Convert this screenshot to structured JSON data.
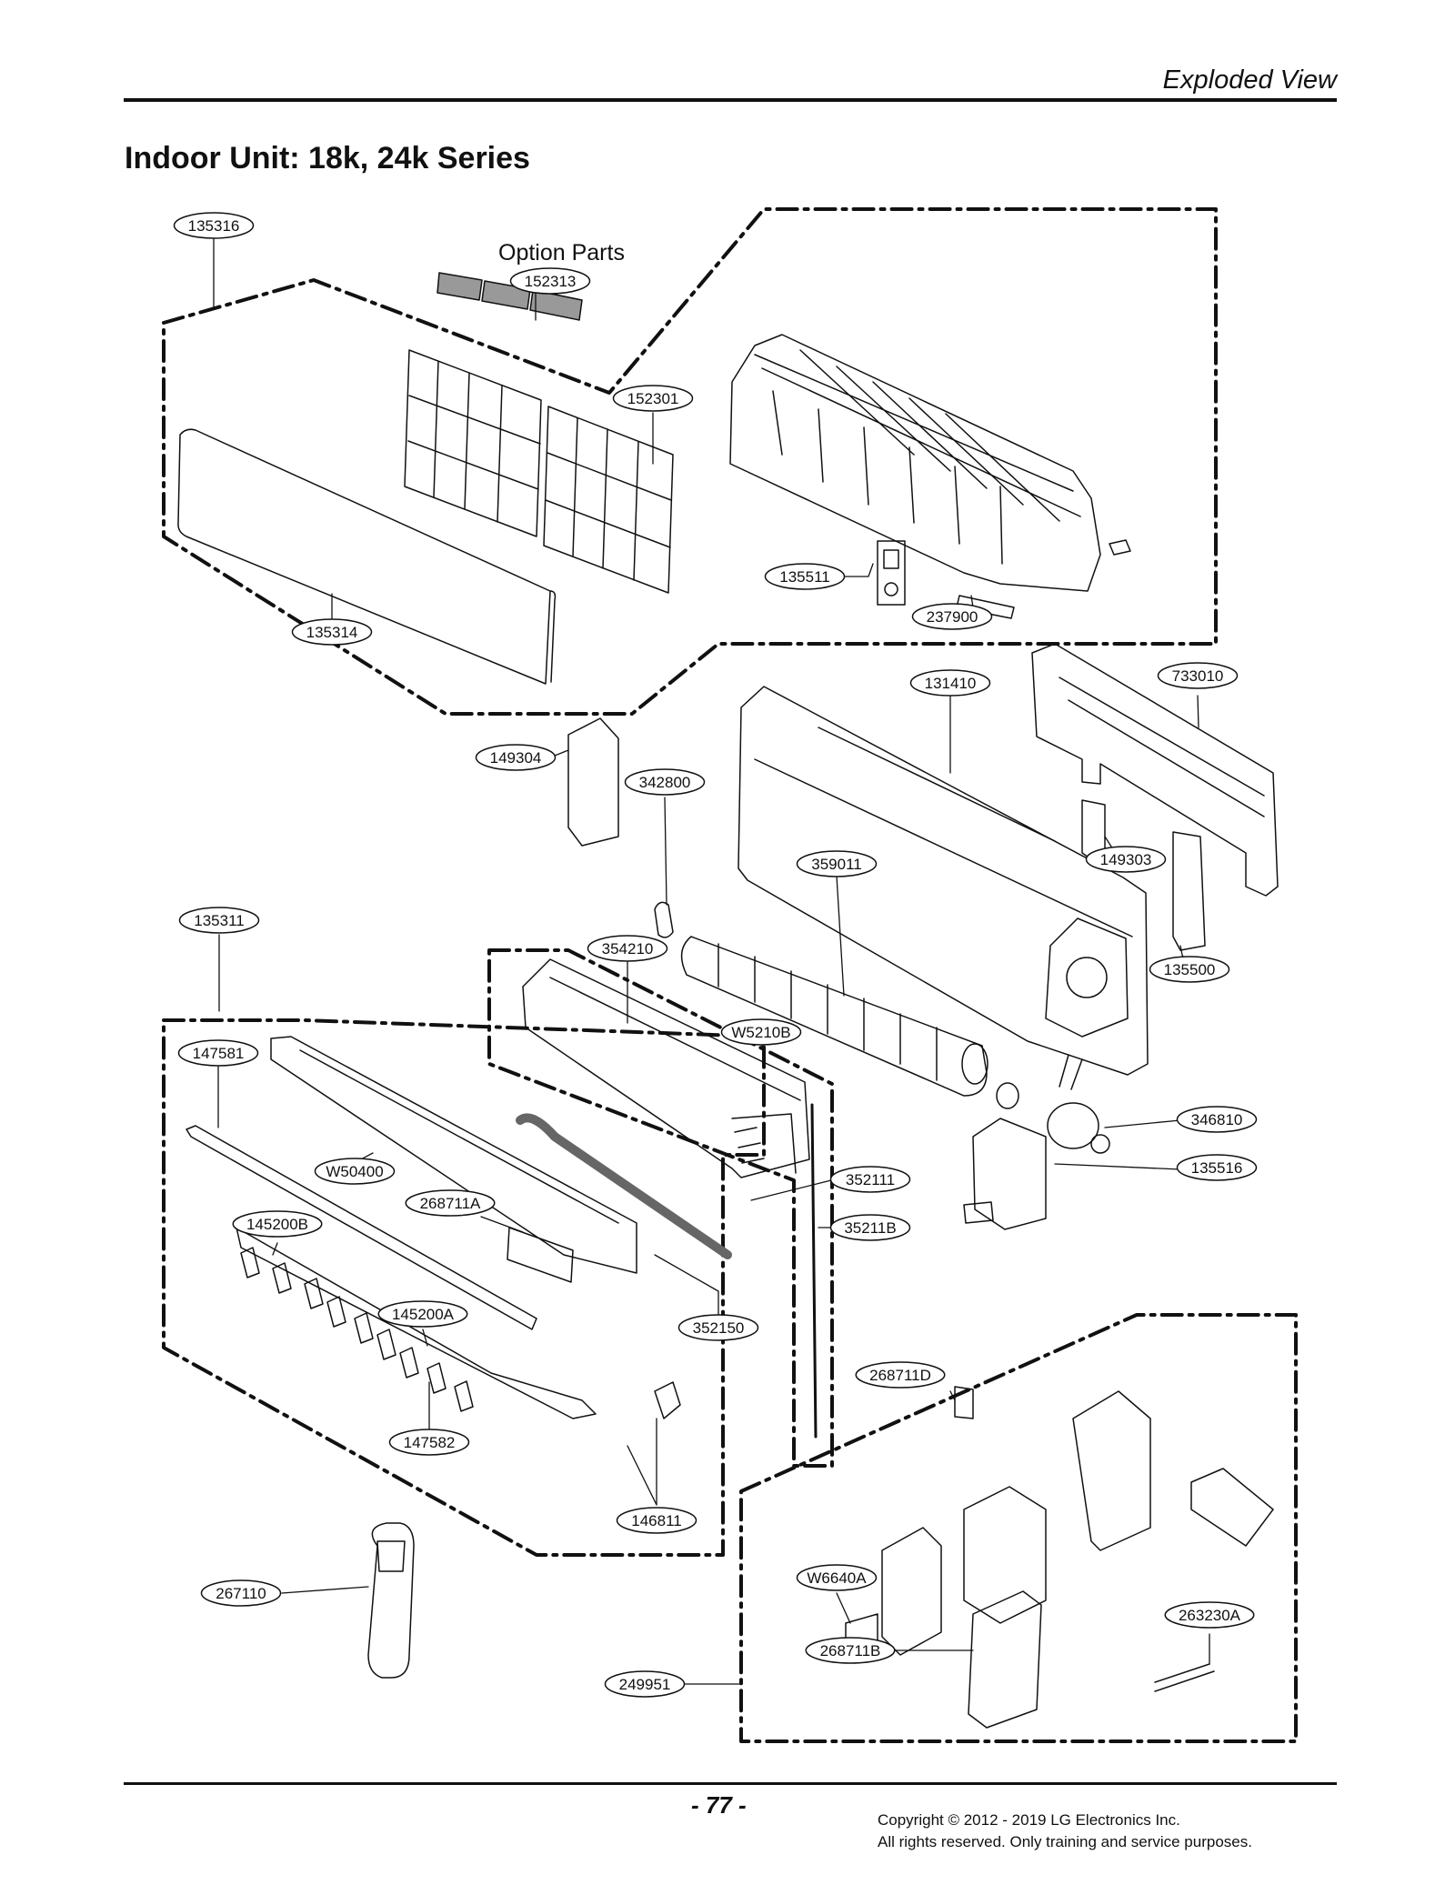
{
  "header": {
    "section_title": "Exploded View",
    "page_heading": "Indoor Unit: 18k, 24k Series"
  },
  "option_label": "Option Parts",
  "callouts": [
    {
      "id": "c-135316",
      "label": "135316"
    },
    {
      "id": "c-152313",
      "label": "152313"
    },
    {
      "id": "c-152301",
      "label": "152301"
    },
    {
      "id": "c-135511",
      "label": "135511"
    },
    {
      "id": "c-237900",
      "label": "237900"
    },
    {
      "id": "c-135314",
      "label": "135314"
    },
    {
      "id": "c-131410",
      "label": "131410"
    },
    {
      "id": "c-733010",
      "label": "733010"
    },
    {
      "id": "c-149304",
      "label": "149304"
    },
    {
      "id": "c-342800",
      "label": "342800"
    },
    {
      "id": "c-359011",
      "label": "359011"
    },
    {
      "id": "c-149303",
      "label": "149303"
    },
    {
      "id": "c-135311",
      "label": "135311"
    },
    {
      "id": "c-354210",
      "label": "354210"
    },
    {
      "id": "c-135500",
      "label": "135500"
    },
    {
      "id": "c-w5210b",
      "label": "W5210B"
    },
    {
      "id": "c-147581",
      "label": "147581"
    },
    {
      "id": "c-346810",
      "label": "346810"
    },
    {
      "id": "c-w50400",
      "label": "W50400"
    },
    {
      "id": "c-135516",
      "label": "135516"
    },
    {
      "id": "c-352111",
      "label": "352111"
    },
    {
      "id": "c-268711a",
      "label": "268711A"
    },
    {
      "id": "c-145200b",
      "label": "145200B"
    },
    {
      "id": "c-35211b",
      "label": "35211B"
    },
    {
      "id": "c-145200a",
      "label": "145200A"
    },
    {
      "id": "c-352150",
      "label": "352150"
    },
    {
      "id": "c-268711d",
      "label": "268711D"
    },
    {
      "id": "c-147582",
      "label": "147582"
    },
    {
      "id": "c-146811",
      "label": "146811"
    },
    {
      "id": "c-w6640a",
      "label": "W6640A"
    },
    {
      "id": "c-267110",
      "label": "267110"
    },
    {
      "id": "c-263230a",
      "label": "263230A"
    },
    {
      "id": "c-268711b",
      "label": "268711B"
    },
    {
      "id": "c-249951",
      "label": "249951"
    }
  ],
  "footer": {
    "page_number": "- 77 -",
    "copyright_line1": "Copyright © 2012 - 2019 LG Electronics Inc.",
    "copyright_line2": "All rights reserved. Only training and service purposes."
  }
}
